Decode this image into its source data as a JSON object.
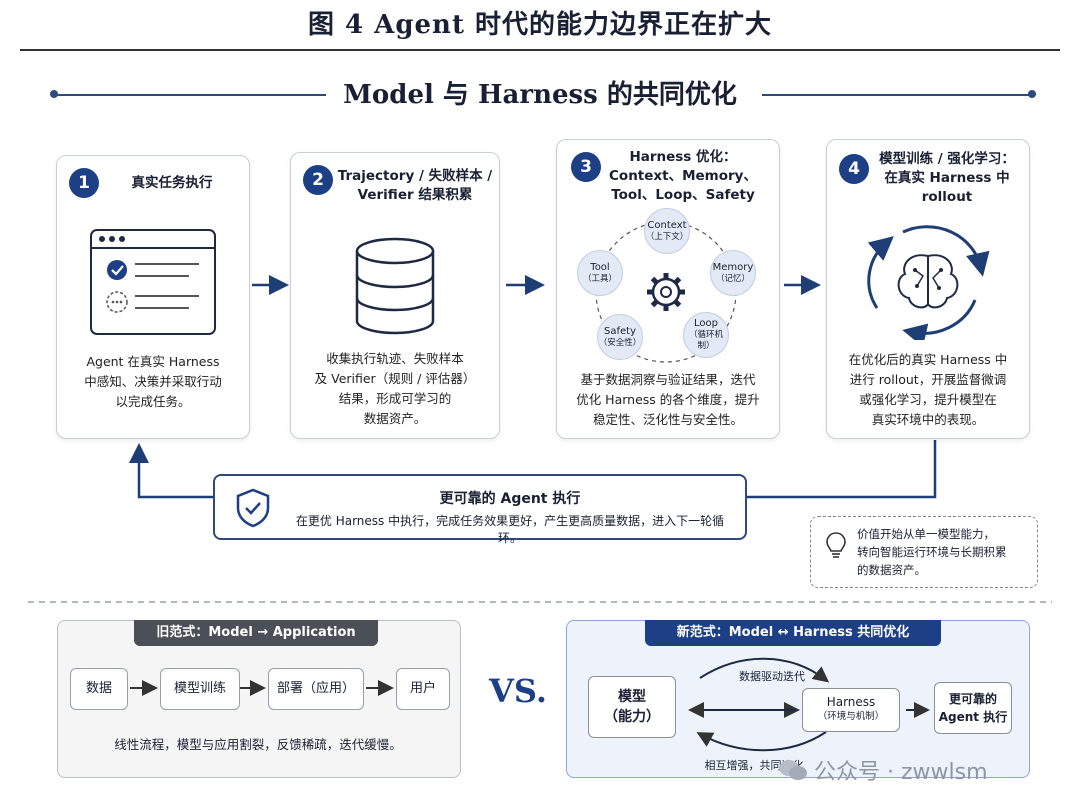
{
  "figure_title": "图 4  Agent 时代的能力边界正在扩大",
  "subtitle": "Model 与 Harness 的共同优化",
  "steps": [
    {
      "num": "1",
      "title": "真实任务执行",
      "desc": [
        "Agent 在真实 Harness",
        "中感知、决策并采取行动",
        "以完成任务。"
      ]
    },
    {
      "num": "2",
      "title": [
        "Trajectory / 失败样本 /",
        "Verifier 结果积累"
      ],
      "desc": [
        "收集执行轨迹、失败样本",
        "及 Verifier（规则 / 评估器）",
        "结果，形成可学习的",
        "数据资产。"
      ]
    },
    {
      "num": "3",
      "title": [
        "Harness 优化：",
        "Context、Memory、",
        "Tool、Loop、Safety"
      ],
      "desc": [
        "基于数据洞察与验证结果，迭代",
        "优化 Harness 的各个维度，提升",
        "稳定性、泛化性与安全性。"
      ]
    },
    {
      "num": "4",
      "title": [
        "模型训练 / 强化学习：",
        "在真实 Harness 中",
        "rollout"
      ],
      "desc": [
        "在优化后的真实 Harness 中",
        "进行 rollout，开展监督微调",
        "或强化学习，提升模型在",
        "真实环境中的表现。"
      ]
    }
  ],
  "harness_nodes": [
    {
      "en": "Context",
      "cn": "（上下文）"
    },
    {
      "en": "Memory",
      "cn": "（记忆）"
    },
    {
      "en": "Loop",
      "cn": "（循环机制）"
    },
    {
      "en": "Safety",
      "cn": "（安全性）"
    },
    {
      "en": "Tool",
      "cn": "（工具）"
    }
  ],
  "feedback": {
    "title": "更可靠的 Agent 执行",
    "desc": "在更优 Harness 中执行，完成任务效果更好，产生更高质量数据，进入下一轮循环。"
  },
  "insight": [
    "价值开始从单一模型能力，",
    "转向智能运行环境与长期积累",
    "的数据资产。"
  ],
  "old_paradigm": {
    "tag": "旧范式：Model → Application",
    "steps": [
      "数据",
      "模型训练",
      "部署（应用）",
      "用户"
    ],
    "note": "线性流程，模型与应用割裂，反馈稀疏，迭代缓慢。"
  },
  "vs": "VS.",
  "new_paradigm": {
    "tag": "新范式：Model ↔ Harness 共同优化",
    "model": [
      "模型",
      "（能力）"
    ],
    "harness": [
      "Harness",
      "（环境与机制）"
    ],
    "result": [
      "更可靠的",
      "Agent 执行"
    ],
    "top_label": "数据驱动迭代",
    "bottom_label": "相互增强，共同进化"
  },
  "watermark": "公众号 · zwwlsm",
  "colors": {
    "navy": "#1c3f86",
    "line": "#2c4a7e",
    "new_bg": "#eef3fb",
    "old_bg": "#f5f5f5"
  }
}
